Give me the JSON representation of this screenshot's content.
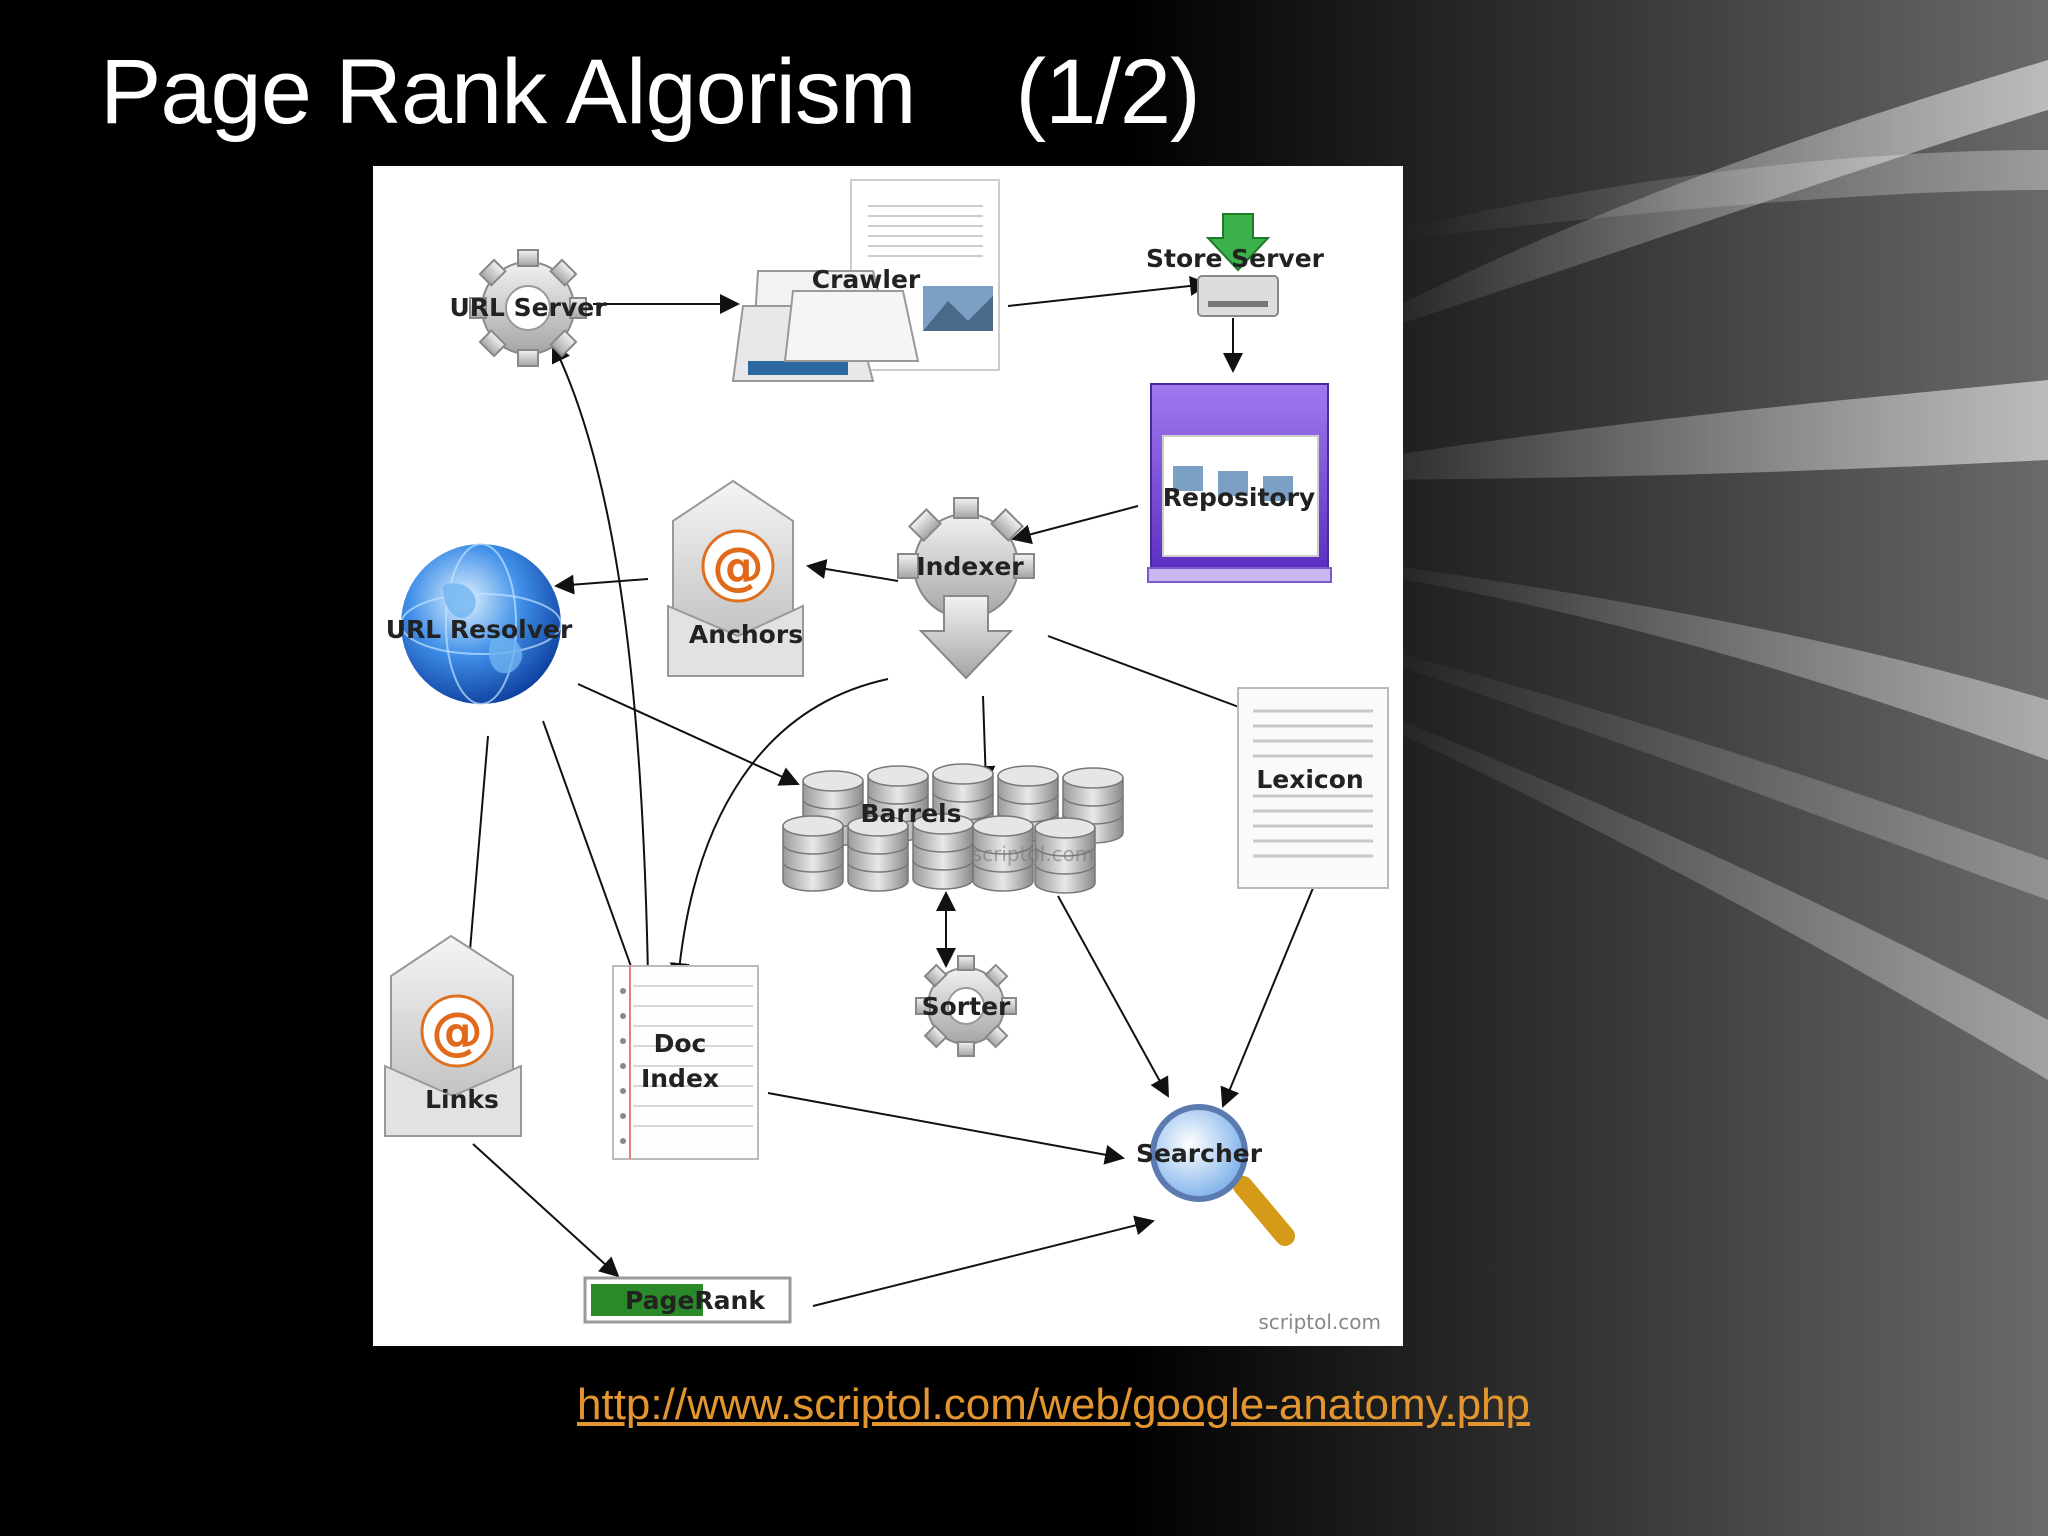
{
  "slide": {
    "title": "Page Rank Algorism",
    "title_part": "(1/2)",
    "source_link": "http://www.scriptol.com/web/google-anatomy.php"
  },
  "diagram": {
    "nodes": {
      "url_server": "URL Server",
      "crawler": "Crawler",
      "store_server": "Store Server",
      "repository": "Repository",
      "indexer": "Indexer",
      "anchors": "Anchors",
      "url_resolver": "URL Resolver",
      "barrels": "Barrels",
      "lexicon": "Lexicon",
      "sorter": "Sorter",
      "links": "Links",
      "doc_index_line1": "Doc",
      "doc_index_line2": "Index",
      "searcher": "Searcher",
      "pagerank": "PageRank"
    },
    "watermark": "scriptol.com",
    "edges": [
      [
        "URL Server",
        "Crawler"
      ],
      [
        "Crawler",
        "Store Server"
      ],
      [
        "Store Server",
        "Repository"
      ],
      [
        "Repository",
        "Indexer"
      ],
      [
        "Indexer",
        "Anchors"
      ],
      [
        "Anchors",
        "URL Resolver"
      ],
      [
        "Indexer",
        "Barrels"
      ],
      [
        "Indexer",
        "Lexicon"
      ],
      [
        "Indexer",
        "Doc Index"
      ],
      [
        "URL Resolver",
        "Barrels"
      ],
      [
        "URL Resolver",
        "Links"
      ],
      [
        "URL Resolver",
        "Doc Index"
      ],
      [
        "Doc Index",
        "URL Server"
      ],
      [
        "Barrels",
        "Sorter"
      ],
      [
        "Sorter",
        "Barrels"
      ],
      [
        "Barrels",
        "Searcher"
      ],
      [
        "Lexicon",
        "Searcher"
      ],
      [
        "Doc Index",
        "Searcher"
      ],
      [
        "Links",
        "PageRank"
      ],
      [
        "PageRank",
        "Searcher"
      ]
    ]
  },
  "colors": {
    "title": "#ffffff",
    "link": "#e3962f",
    "panel": "#ffffff",
    "pagerank_bar": "#2a8a2a",
    "repository": "#7b4fd6",
    "globe": "#2e6fd8"
  }
}
